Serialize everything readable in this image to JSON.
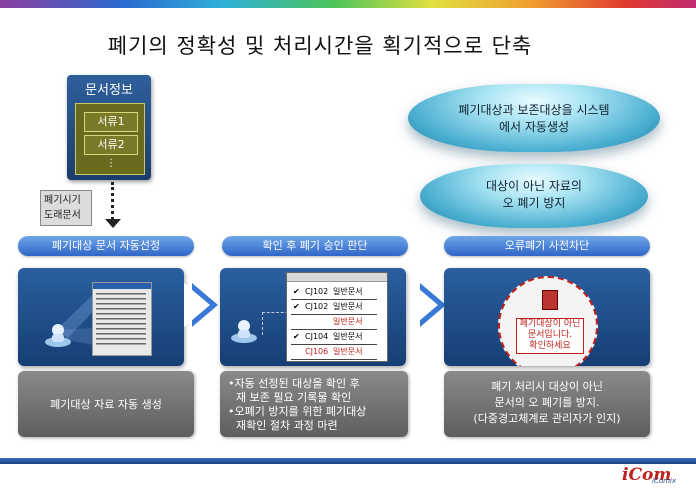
{
  "title": "폐기의 정확성 및 처리시간을 획기적으로 단축",
  "doc_panel": {
    "header": "문서정보",
    "items": [
      "서류1",
      "서류2"
    ]
  },
  "waste_box": {
    "line1": "폐기시기",
    "line2": "도래문서"
  },
  "steps": [
    {
      "header": "폐기대상 문서 자동선정",
      "desc": "폐기대상 자료 자동 생성"
    },
    {
      "header": "확인 후 폐기 승인 판단",
      "bullets": [
        "•자동 선정된 대상을 확인 후",
        "재 보존 필요 기록물 확인",
        "•오폐기 방지를 위한 폐기대상",
        "재확인 절차 과정 마련"
      ]
    },
    {
      "header": "오류폐기 사전차단",
      "lines": [
        "폐기 처리시 대상이 아닌",
        "문서의 오 폐기를 방지.",
        "(다중경고체계로 관리자가 인지)"
      ]
    }
  ],
  "mid_list": [
    {
      "code": "CJ102",
      "label": "일반문서",
      "checked": true,
      "red": false
    },
    {
      "code": "CJ102",
      "label": "일반문서",
      "checked": true,
      "red": false
    },
    {
      "code": "",
      "label": "일반문서",
      "checked": false,
      "red": true
    },
    {
      "code": "CJ104",
      "label": "일반문서",
      "checked": true,
      "red": false
    },
    {
      "code": "CJ106",
      "label": "일반문서",
      "checked": false,
      "red": true
    }
  ],
  "alert": {
    "line1": "폐기대상이 아닌",
    "line2": "문서입니다.",
    "line3": "확인하세요"
  },
  "domes": [
    {
      "line1": "폐기대상과 보존대상을 시스템",
      "line2": "에서 자동생성"
    },
    {
      "line1": "대상이 아닌 자료의",
      "line2": "오 폐기 방지"
    }
  ],
  "logo": {
    "main": "iCom",
    "sub": "iComix"
  },
  "colors": {
    "accent": "#2f66c8",
    "panel": "#1c4a86",
    "alert_red": "#c0201a"
  }
}
